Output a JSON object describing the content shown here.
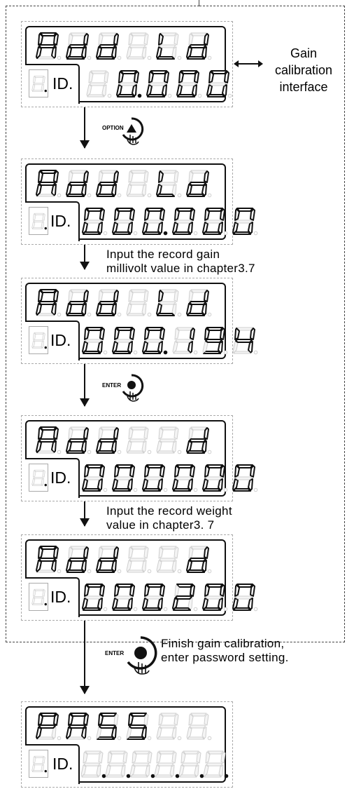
{
  "side_note": [
    "Gain",
    "calibration",
    "interface"
  ],
  "id_label": "ID.",
  "screens": [
    {
      "top": "Add Ld",
      "bottom": "0.000"
    },
    {
      "top": "Add Ld",
      "bottom": "000.000"
    },
    {
      "top": "Add Ld",
      "bottom": "000.194"
    },
    {
      "top": "Add  d",
      "bottom": "000000"
    },
    {
      "top": "Add  d",
      "bottom": "000200"
    },
    {
      "top": "PASS  ",
      "bottom": ""
    }
  ],
  "steps": [
    {
      "button": "OPTION",
      "text": []
    },
    {
      "button": "",
      "text": [
        "Input the record gain",
        "millivolt value in chapter3.7"
      ]
    },
    {
      "button": "ENTER",
      "text": []
    },
    {
      "button": "",
      "text": [
        "Input the record weight",
        "value in chapter3. 7"
      ]
    },
    {
      "button": "ENTER",
      "text": [
        "Finish gain calibration,",
        "enter password setting."
      ]
    }
  ]
}
